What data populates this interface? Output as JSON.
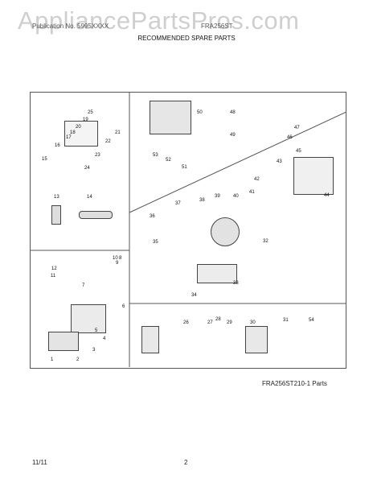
{
  "header": {
    "watermark": "AppliancePartsPros.com",
    "left_text": "Publication No. 5995XXXX",
    "center_text": "FRA256ST",
    "subtitle": "RECOMMENDED SPARE PARTS"
  },
  "diagram": {
    "part_numbers": [
      "25",
      "19",
      "20",
      "21",
      "18",
      "17",
      "22",
      "16",
      "15",
      "23",
      "24",
      "13",
      "14",
      "50",
      "48",
      "53",
      "52",
      "51",
      "49",
      "47",
      "46",
      "43",
      "45",
      "44",
      "42",
      "37",
      "38",
      "39",
      "40",
      "41",
      "36",
      "35",
      "32",
      "33",
      "34",
      "10",
      "9",
      "8",
      "11",
      "12",
      "7",
      "6",
      "5",
      "4",
      "3",
      "2",
      "1",
      "26",
      "28",
      "27",
      "29",
      "30",
      "31",
      "54"
    ]
  },
  "footer": {
    "caption": "FRA256ST210-1 Parts",
    "date": "11/11",
    "page": "2"
  }
}
